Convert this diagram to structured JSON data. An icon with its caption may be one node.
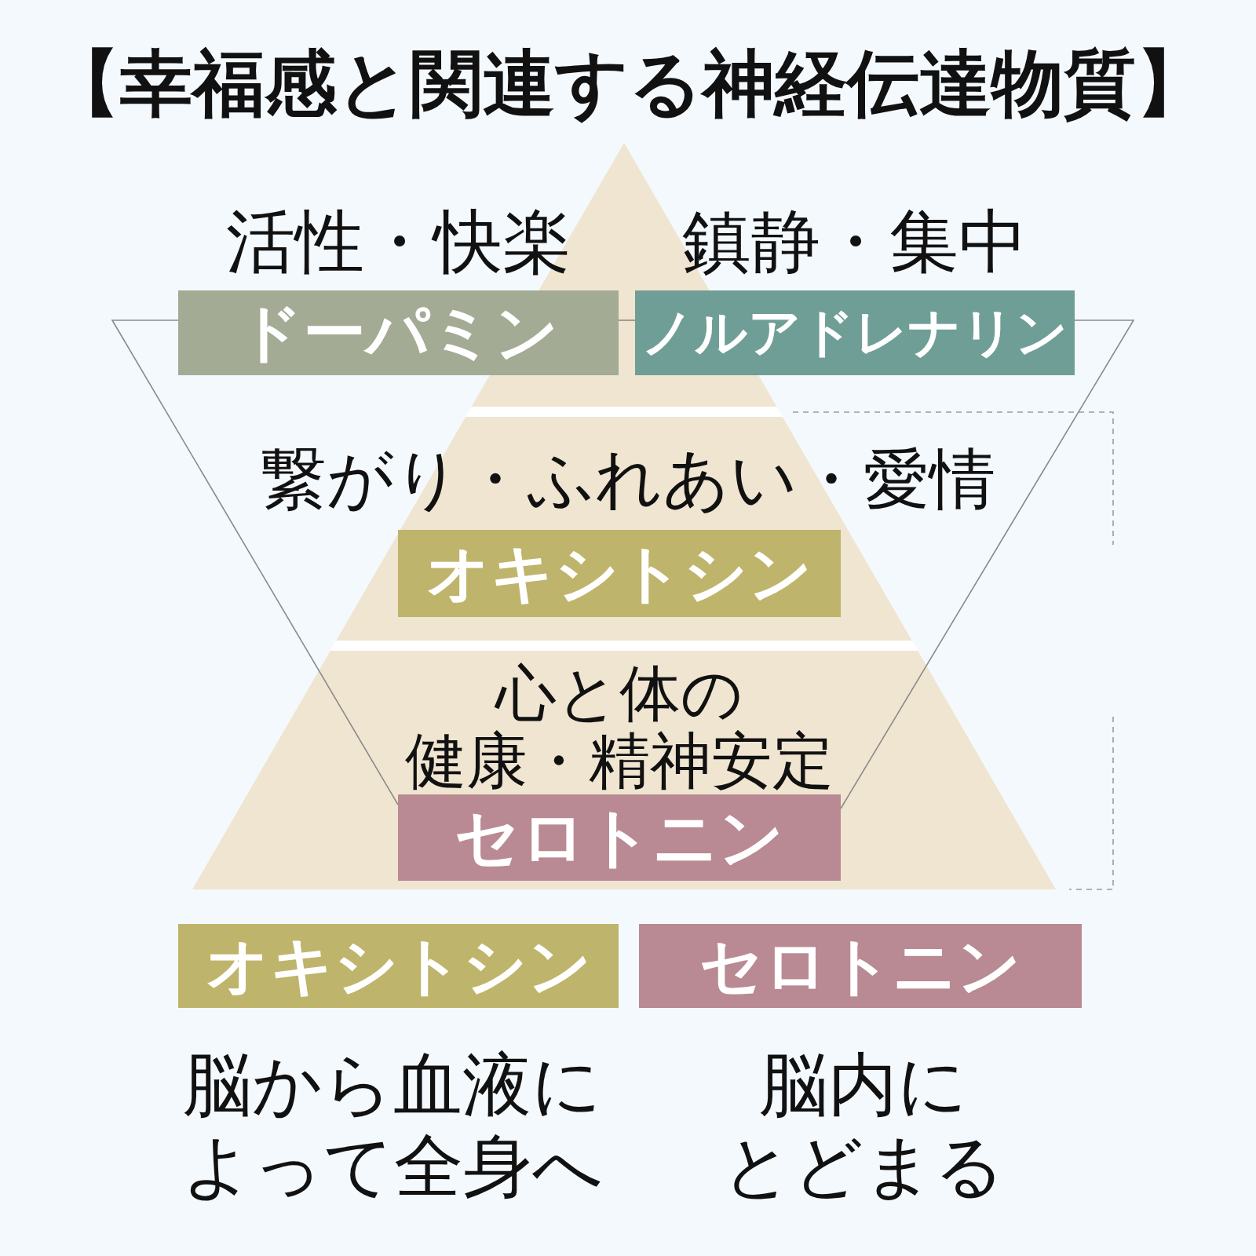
{
  "diagram": {
    "title": "【幸福感と関連する神経伝達物質】",
    "nodes": [
      {
        "text": [
          "活性・快楽",
          "ドーパミン"
        ]
      },
      {
        "text": [
          "鎮静・集中",
          "ノルアドレナリン"
        ]
      },
      {
        "text": [
          "繋がり・ふれあい・愛情",
          "オキシトシン"
        ]
      },
      {
        "text": [
          "心と体の健康・精神安定",
          "セロトニン"
        ]
      },
      {
        "text": [
          "オキシトシン"
        ],
        "beside": [
          "脳から血液によって全身へ"
        ]
      },
      {
        "text": [
          "セロトニン"
        ],
        "beside": [
          "脳内にとどまる"
        ]
      }
    ],
    "edges": [
      {
        "from": 0,
        "to": 3,
        "arrow": "none"
      },
      {
        "from": 1,
        "to": 3,
        "arrow": "none"
      },
      {
        "from": 0,
        "to": 1,
        "arrow": "none"
      }
    ]
  }
}
